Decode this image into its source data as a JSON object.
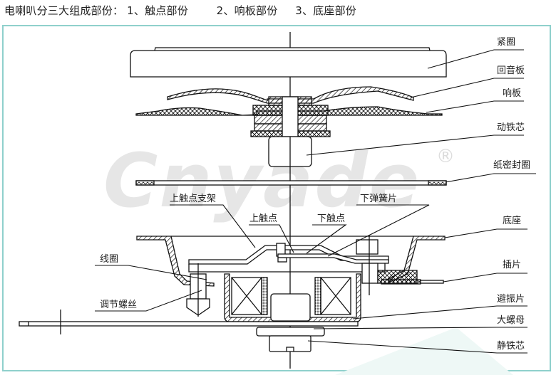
{
  "title": {
    "prefix": "电喇叭分三大组成部份：",
    "part1": "1、触点部份",
    "part2": "2、响板部份",
    "part3": "3、底座部份"
  },
  "watermark": {
    "brand": "Cnyade",
    "registered": "®"
  },
  "colors": {
    "frame_border": "#8fd0cc",
    "line": "#111111",
    "watermark": "#e6e6e6"
  },
  "labels_right": [
    "紧圈",
    "回音板",
    "响板",
    "动铁芯",
    "纸密封圈",
    "底座",
    "插片",
    "避振片",
    "大螺母",
    "静铁芯"
  ],
  "labels_inner": {
    "upper_contact_bracket": "上触点支架",
    "upper_contact": "上触点",
    "lower_contact": "下触点",
    "lower_spring": "下弹簧片"
  },
  "labels_left": {
    "coil": "线圈",
    "adjust_screw": "调节螺丝"
  }
}
